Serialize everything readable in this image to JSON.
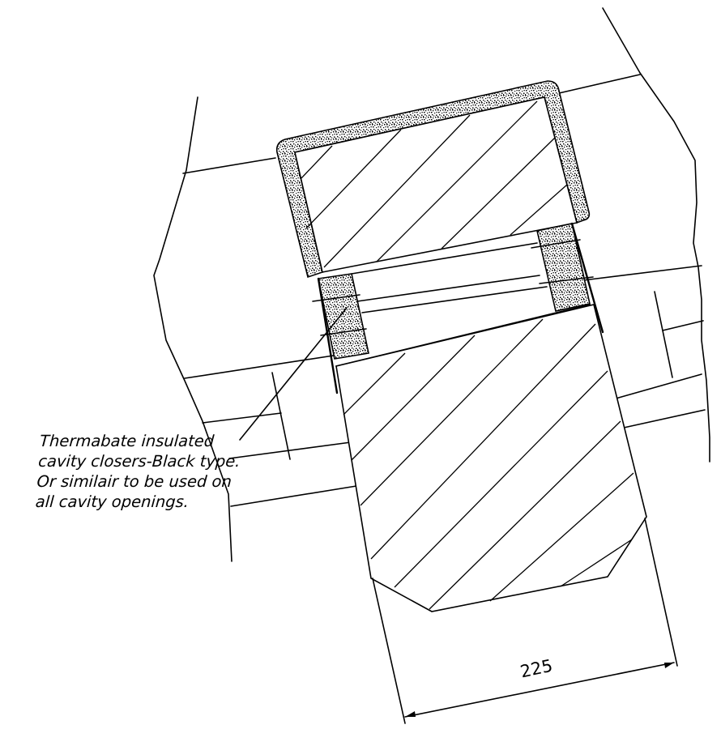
{
  "note": {
    "lines": [
      "Thermabate insulated",
      "cavity closers-Black type.",
      "Or similair to be used on",
      "all cavity openings."
    ]
  },
  "dimension": {
    "value": "225"
  }
}
